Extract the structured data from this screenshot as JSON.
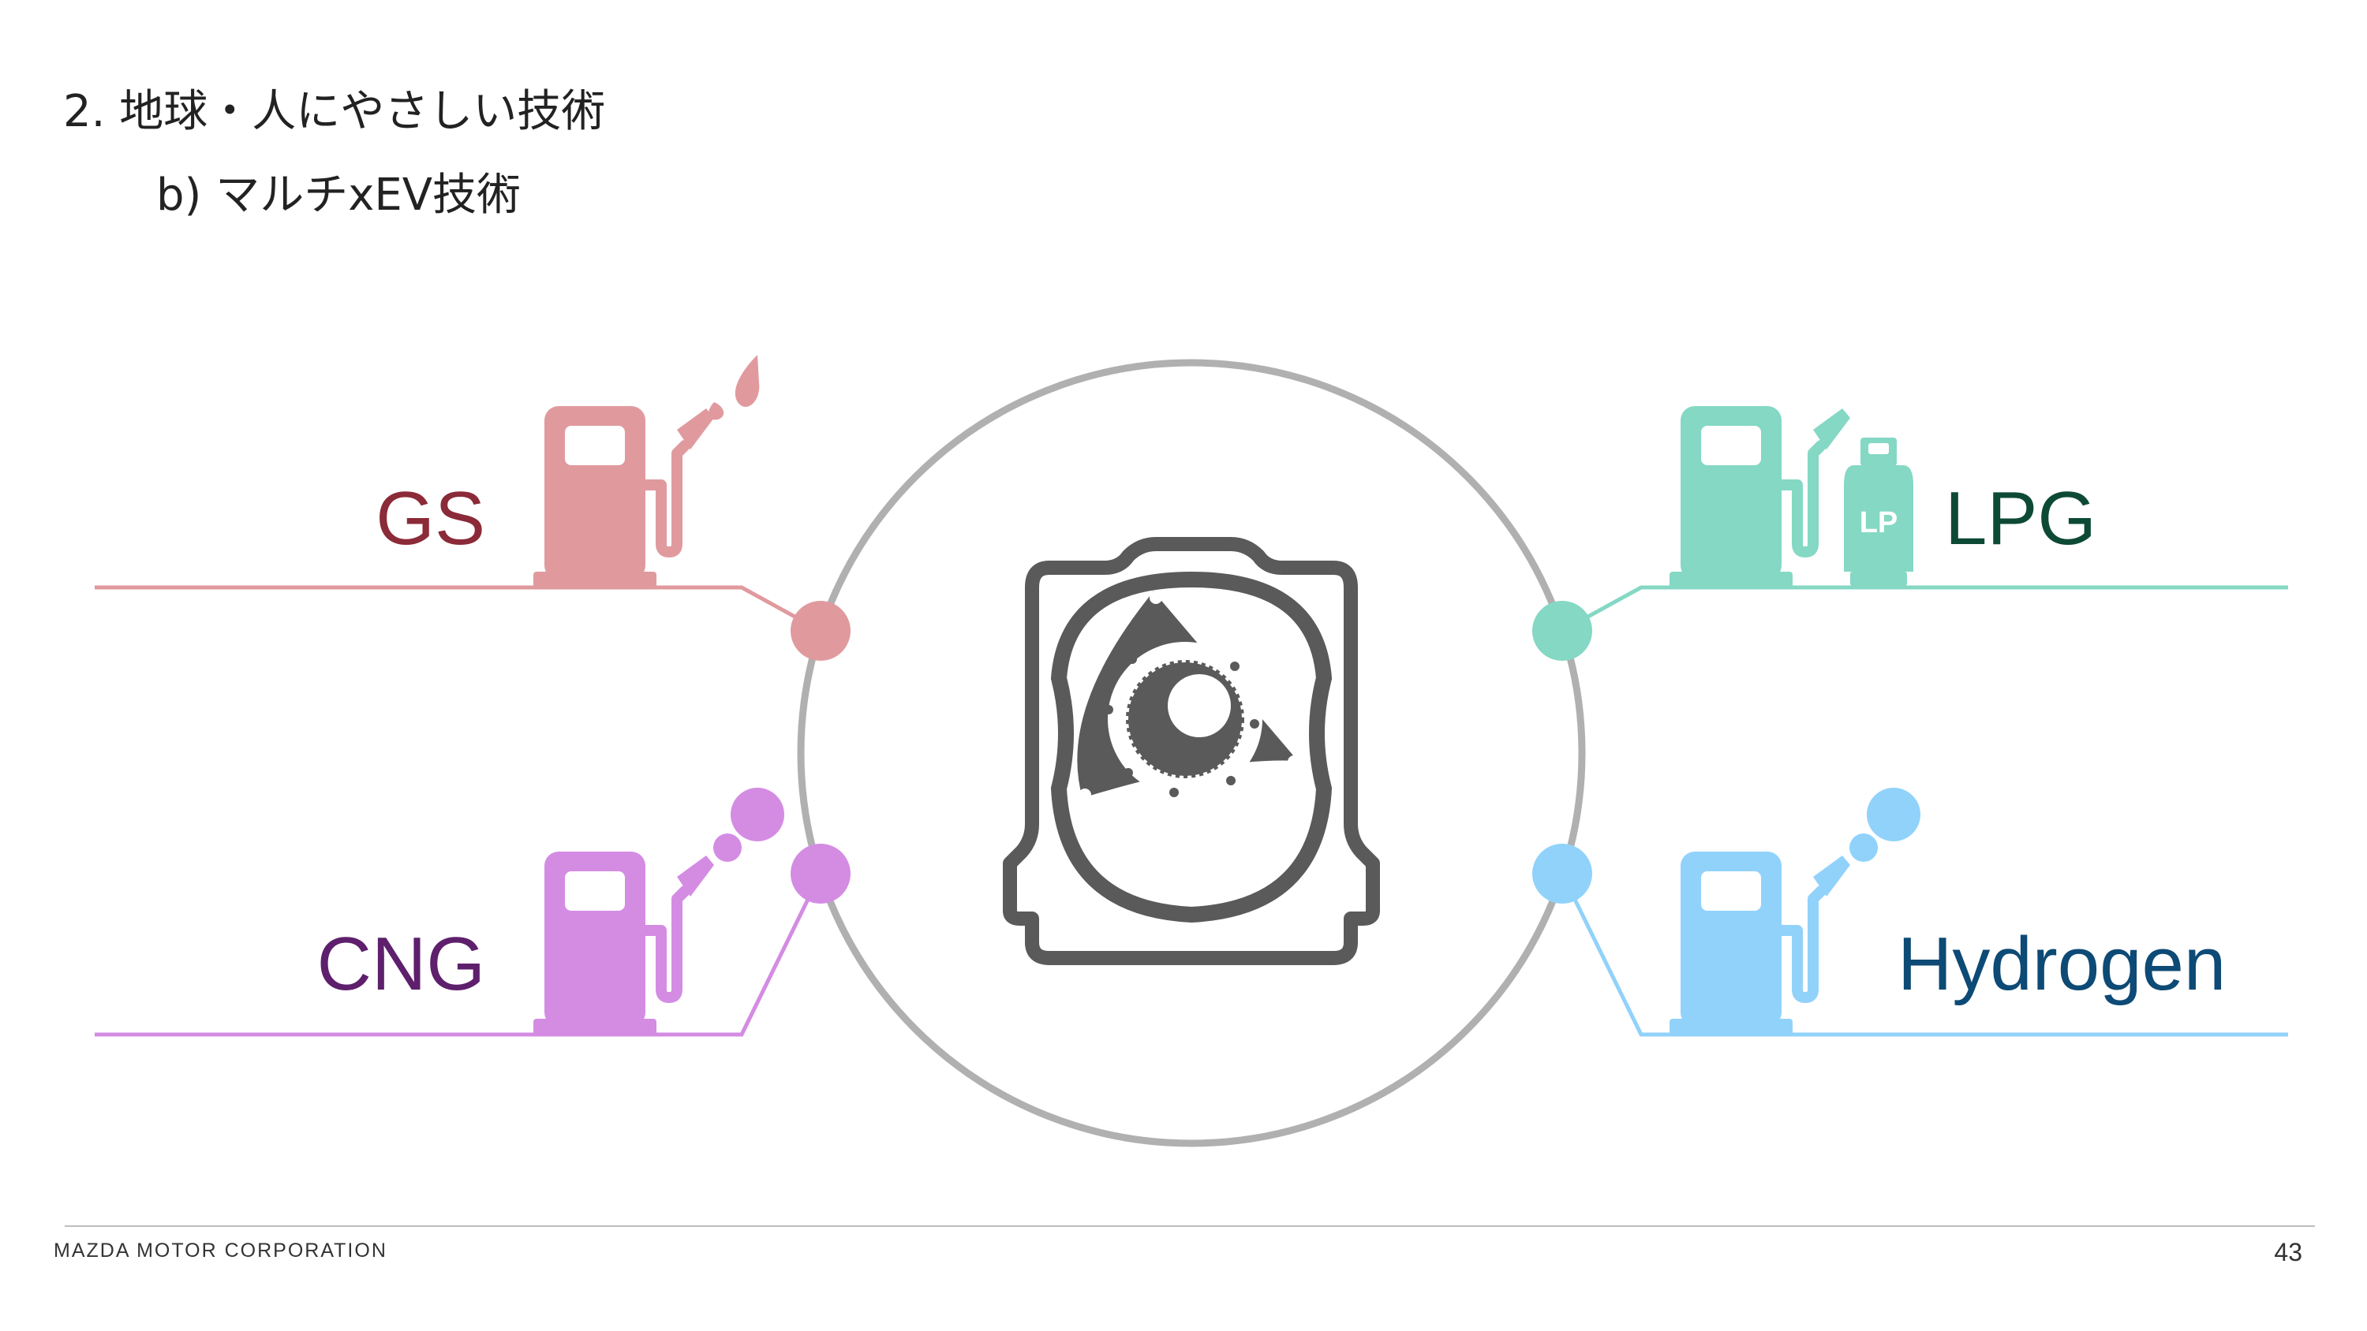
{
  "header": {
    "title": "2. 地球・人にやさしい技術",
    "subtitle": "b) マルチxEV技術"
  },
  "fuels": {
    "gs": {
      "label": "GS",
      "color": "#e09a9e",
      "text_color": "#8b2a38"
    },
    "cng": {
      "label": "CNG",
      "color": "#d48ce3",
      "text_color": "#5e1f6c"
    },
    "lpg": {
      "label": "LPG",
      "color": "#84d8c4",
      "text_color": "#0d4a35",
      "badge": "LP"
    },
    "hydrogen": {
      "label": "Hydrogen",
      "color": "#91d2fb",
      "text_color": "#0d4a75"
    }
  },
  "engine": {
    "icon": "rotary-engine-icon",
    "color": "#5a5a5a",
    "ring_color": "#b0b0b0"
  },
  "footer": {
    "company": "MAZDA MOTOR CORPORATION",
    "page": "43"
  }
}
